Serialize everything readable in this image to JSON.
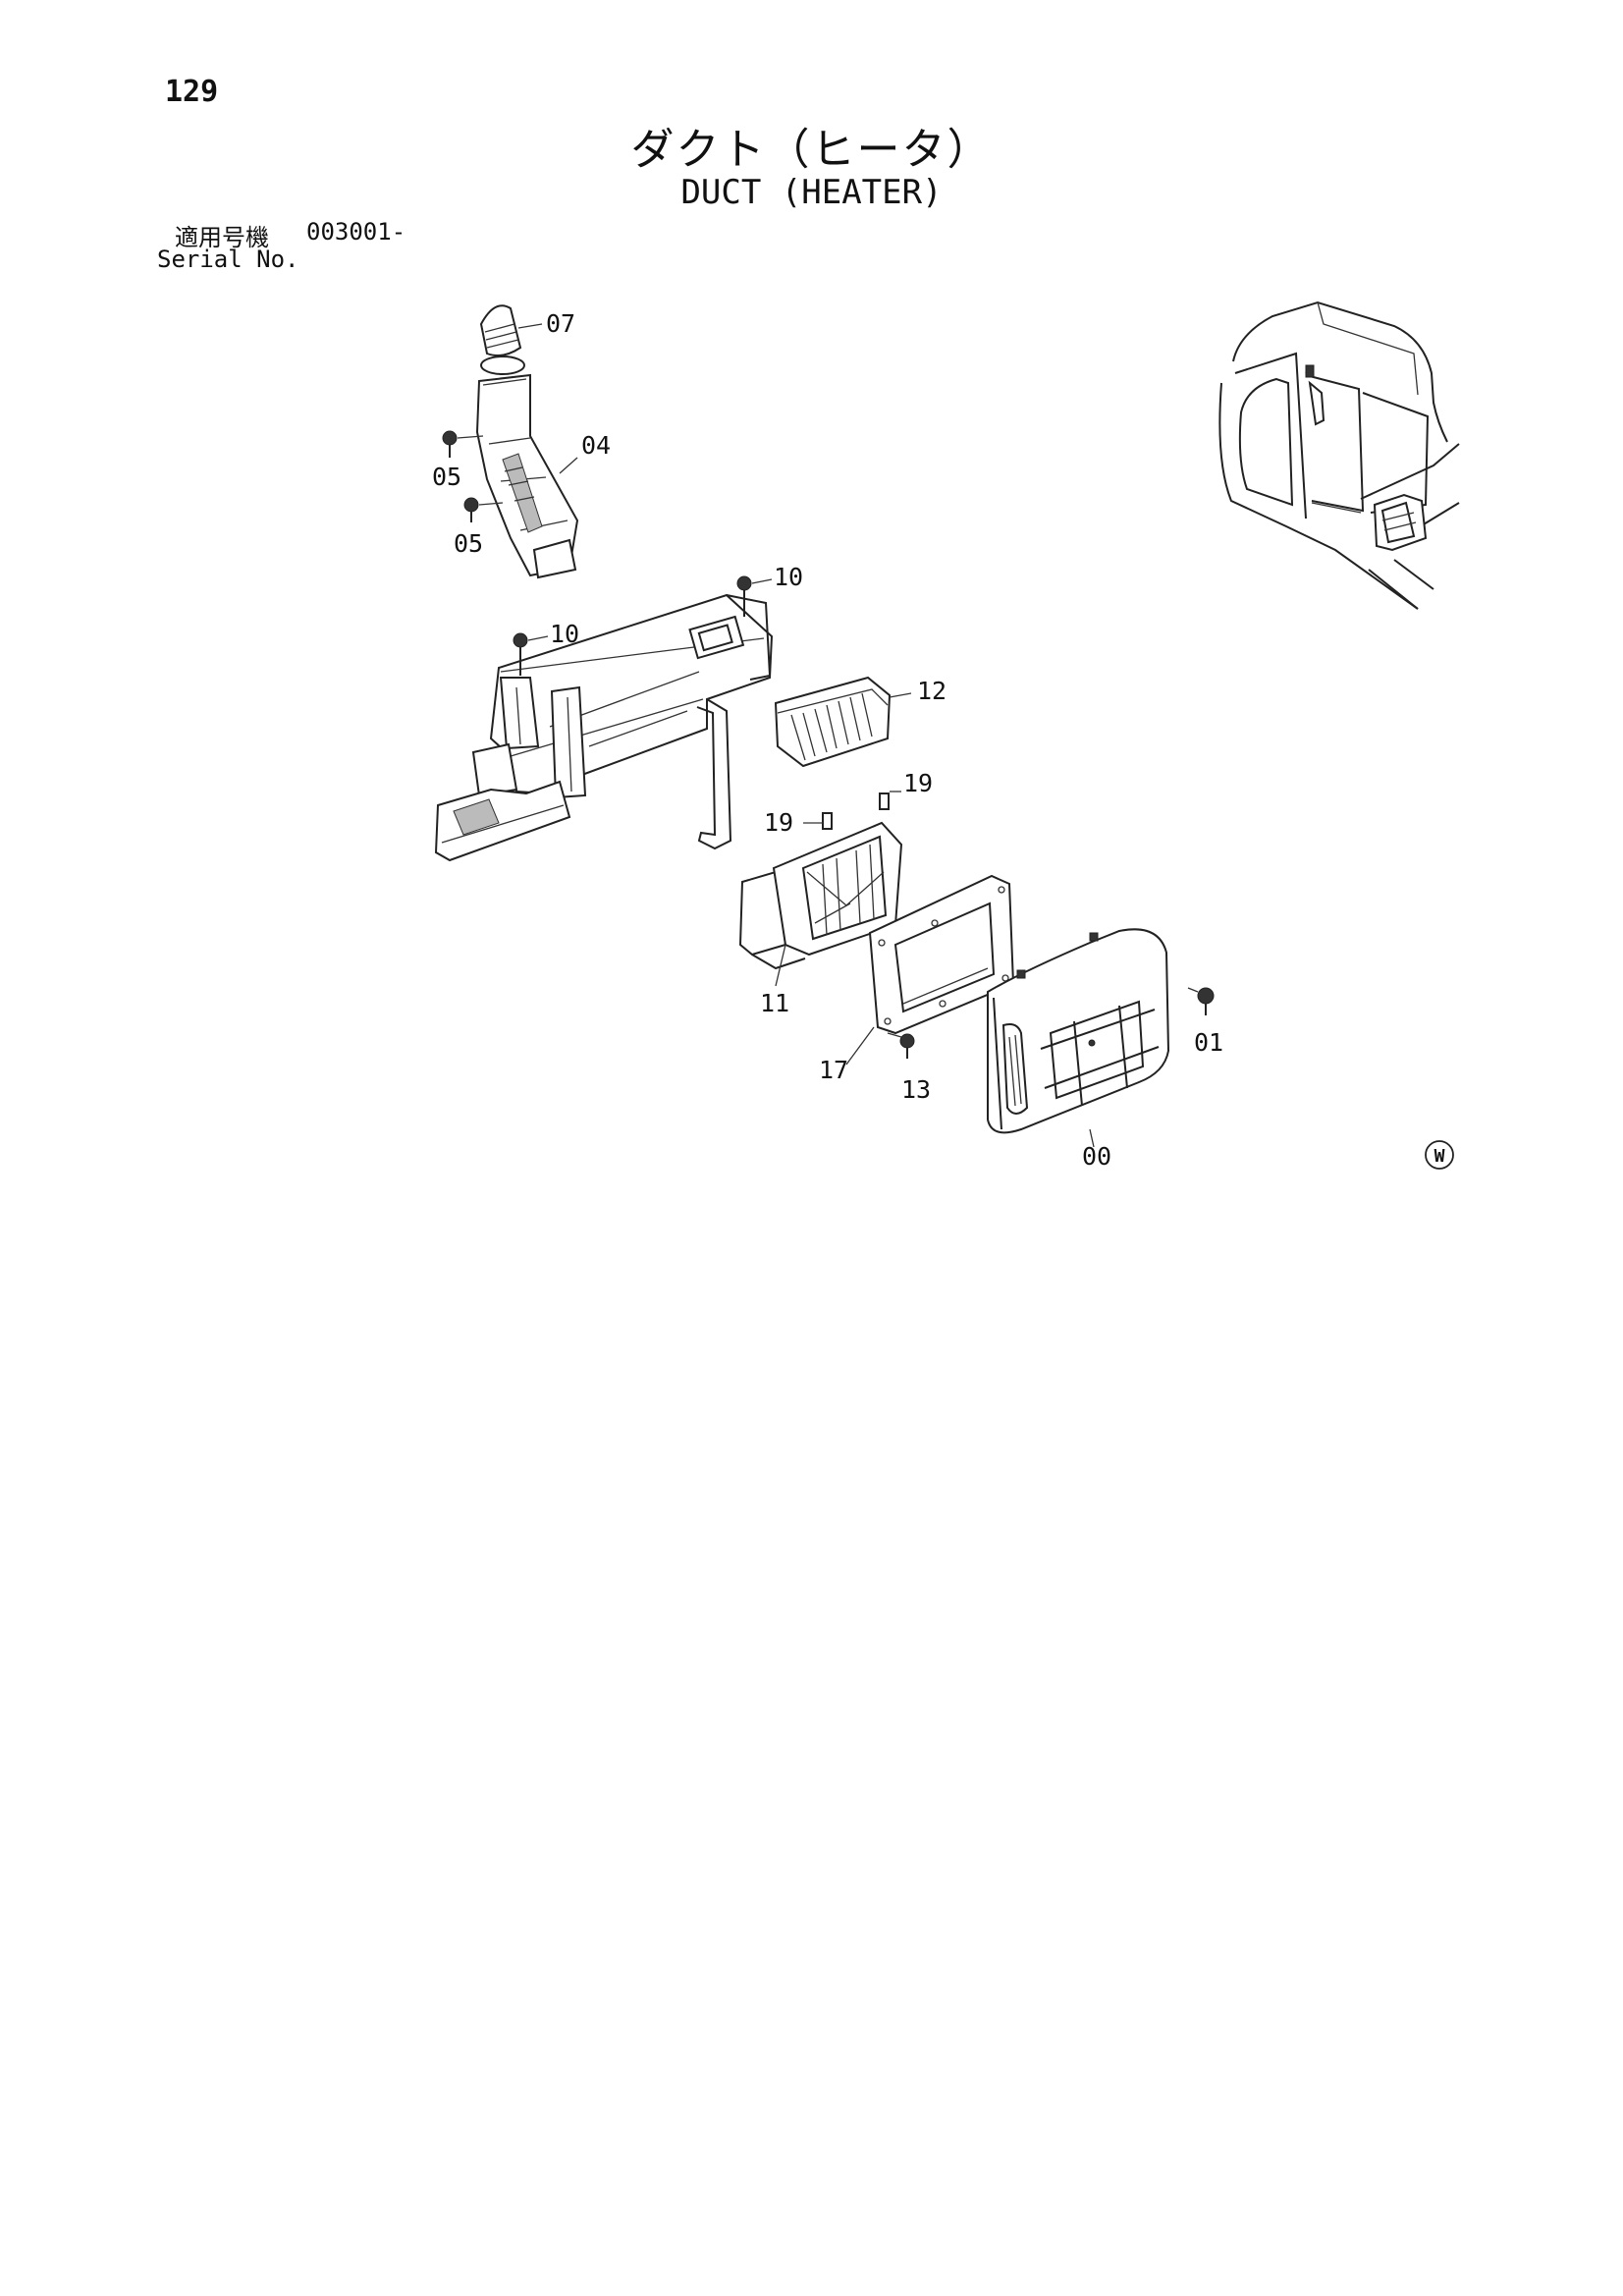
{
  "page": {
    "number": "129",
    "title_jp": "ダクト（ヒータ）",
    "title_en": "DUCT (HEATER)",
    "serial_label_jp": "適用号機",
    "serial_value": "003001-",
    "serial_label_en": "Serial No."
  },
  "callouts": {
    "c07": "07",
    "c04": "04",
    "c05a": "05",
    "c05b": "05",
    "c10a": "10",
    "c10b": "10",
    "c12": "12",
    "c19a": "19",
    "c19b": "19",
    "c11": "11",
    "c17": "17",
    "c13": "13",
    "c00": "00",
    "c01": "01"
  },
  "mark": "W"
}
